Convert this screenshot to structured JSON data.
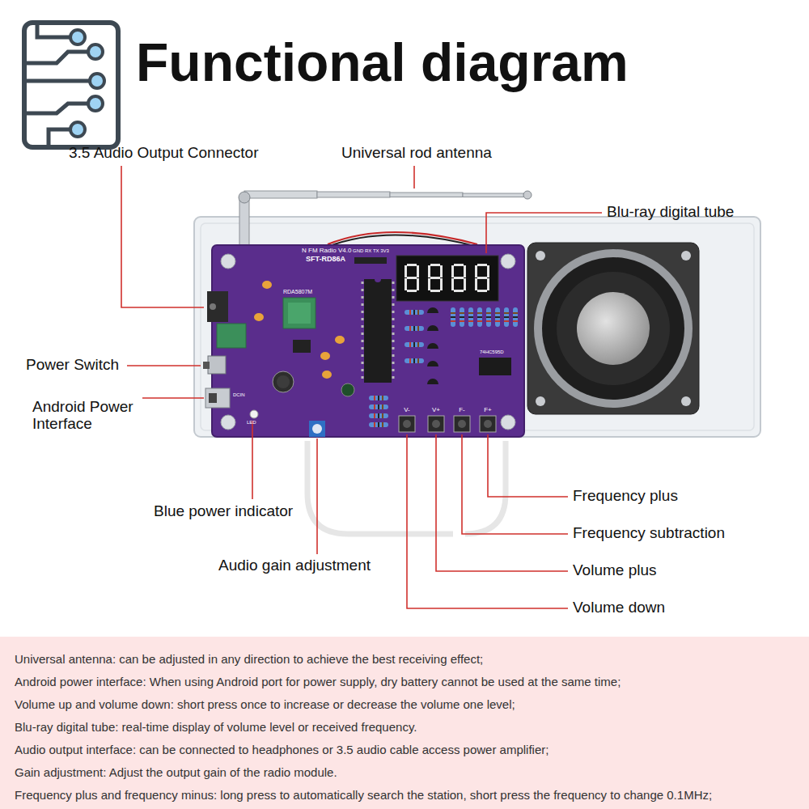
{
  "diagram": {
    "title": "Functional diagram",
    "nodes": [
      {
        "text": [
          "Universal antenna: can be adjusted in any direction to achieve the best receiving effect;",
          "Android power interface: When using Android port for power supply, dry battery cannot be used at the same time;",
          "Volume up and volume down: short press once to increase or decrease the volume one level;",
          "Blu-ray digital tube: real-time display of volume level or received frequency.",
          "Audio output interface: can be connected to headphones or 3.5 audio cable access power amplifier;",
          "Gain adjustment: Adjust the output gain of the radio module.",
          "Frequency plus and frequency minus: long press to automatically search the station, short press the frequency to change 0.1MHz;"
        ]
      }
    ],
    "labels": [
      "3.5 Audio Output Connector",
      "Universal rod antenna",
      "Blu-ray digital tube",
      "Power Switch",
      "Android Power Interface",
      "Blue power indicator",
      "Audio gain adjustment",
      "Frequency plus",
      "Frequency subtraction",
      "Volume plus",
      "Volume down",
      "N FM Radio V4.0",
      "SFT-RD86A",
      "GND RX TX 3V3",
      "RDA5807M",
      "74HC595D",
      "V-",
      "V+",
      "F-",
      "F+",
      "DCIN",
      "LED"
    ]
  }
}
